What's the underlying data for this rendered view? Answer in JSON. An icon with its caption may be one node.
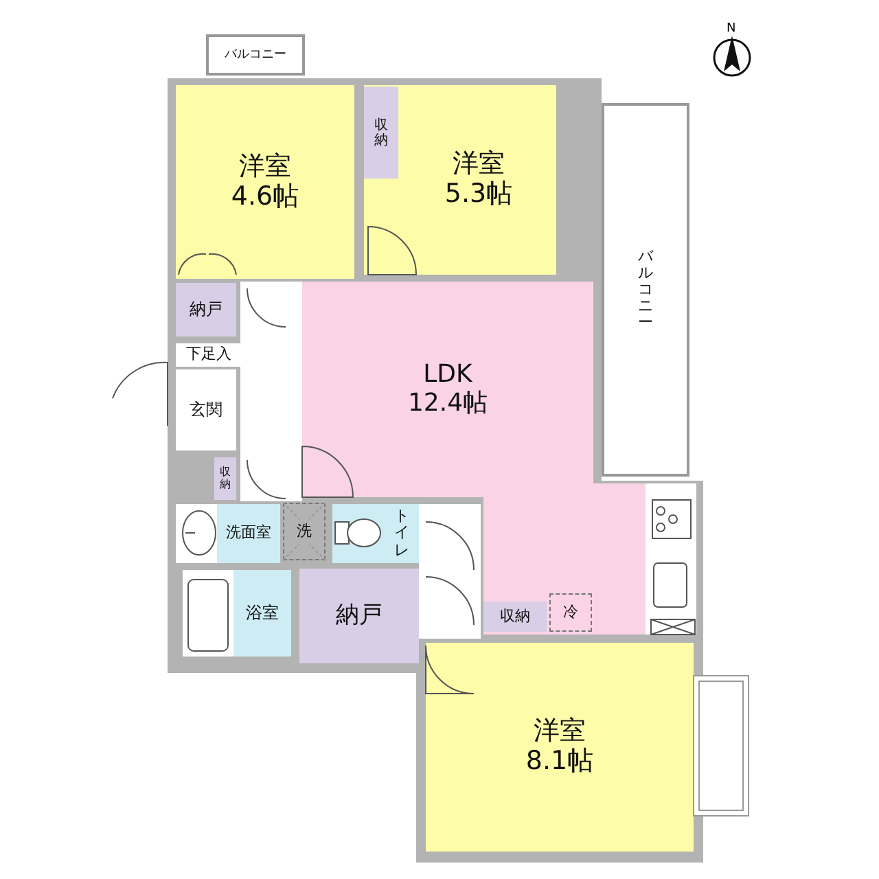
{
  "diagram": {
    "nodes": [
      {
        "text": [
          "バルコニー"
        ]
      },
      {
        "text": [
          "洋室",
          "4.6帖"
        ]
      },
      {
        "text": [
          "収納"
        ]
      },
      {
        "text": [
          "洋室",
          "5.3帖"
        ]
      },
      {
        "text": [
          "バルコニー"
        ]
      },
      {
        "text": [
          "納戸"
        ]
      },
      {
        "text": [
          "LDK",
          "12.4帖"
        ]
      },
      {
        "text": [
          "下足入"
        ]
      },
      {
        "text": [
          "玄関"
        ]
      },
      {
        "text": [
          "収納"
        ]
      },
      {
        "text": [
          "洗面室"
        ]
      },
      {
        "text": [
          "洗"
        ]
      },
      {
        "text": [
          "トイレ"
        ]
      },
      {
        "text": [
          "収納"
        ]
      },
      {
        "text": [
          "冷"
        ]
      },
      {
        "text": [
          "浴室"
        ]
      },
      {
        "text": [
          "納戸"
        ]
      },
      {
        "text": [
          "洋室",
          "8.1帖"
        ]
      }
    ],
    "labels": [
      "N"
    ]
  }
}
